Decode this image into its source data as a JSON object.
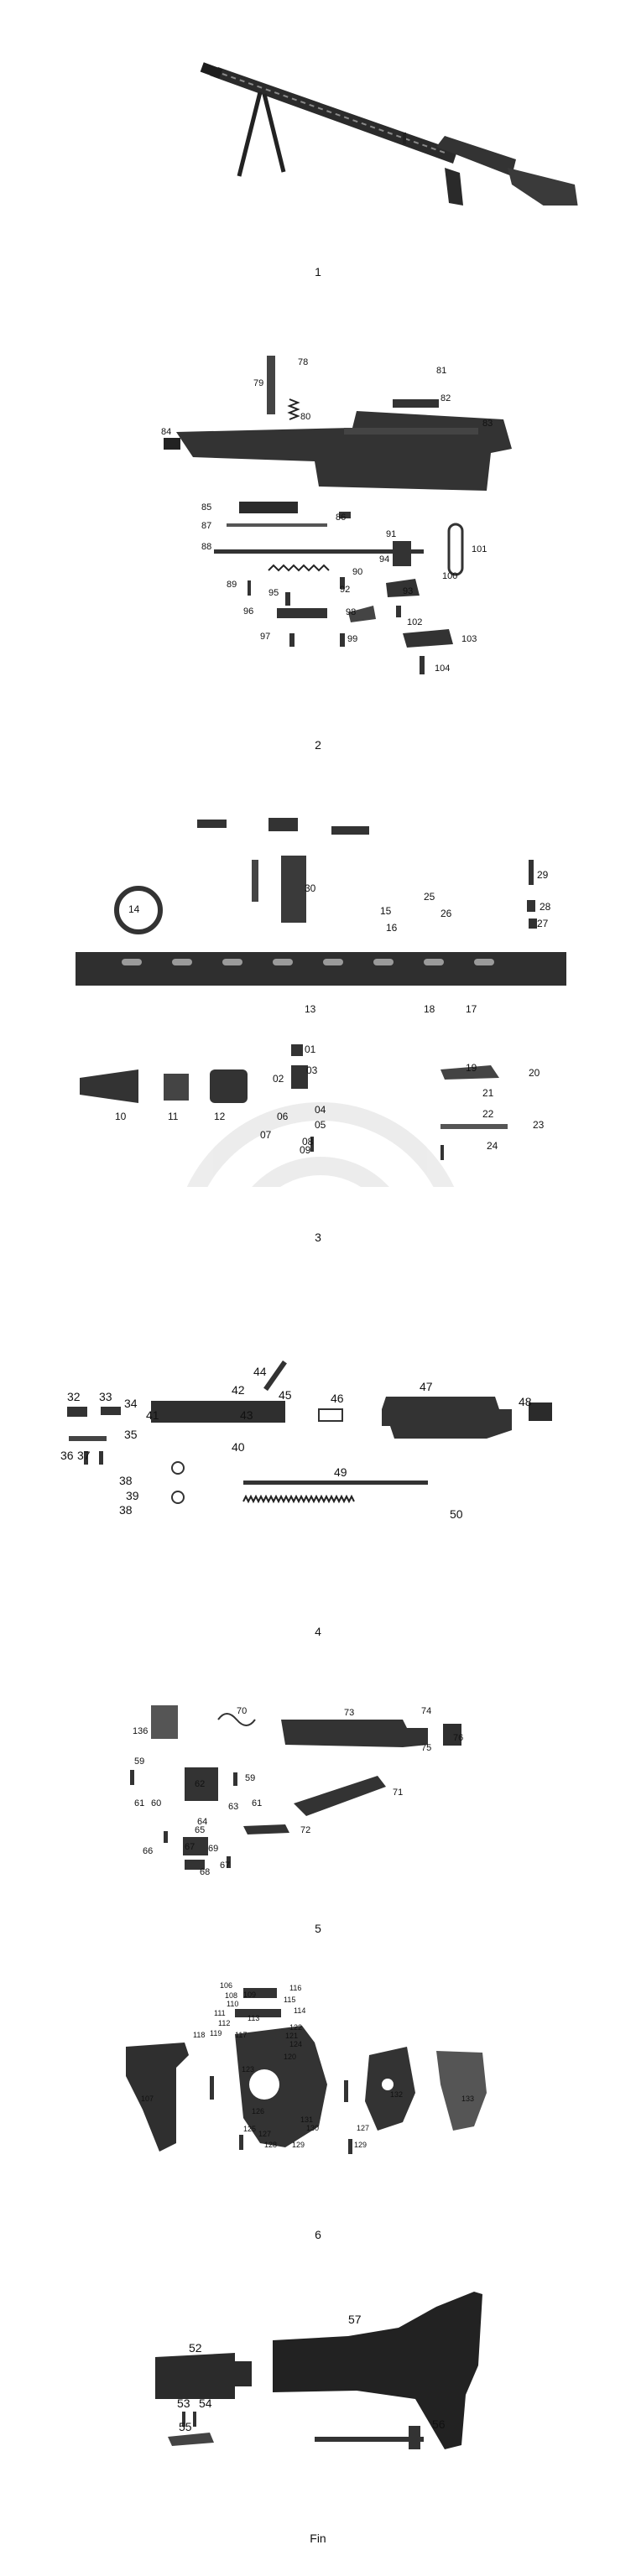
{
  "captions": [
    "1",
    "2",
    "3",
    "4",
    "5",
    "6",
    "Fin"
  ],
  "panel2": {
    "labels": [
      "78",
      "79",
      "80",
      "81",
      "82",
      "83",
      "84",
      "85",
      "86",
      "87",
      "88",
      "89",
      "90",
      "91",
      "92",
      "93",
      "94",
      "95",
      "96",
      "97",
      "98",
      "99",
      "100",
      "101",
      "102",
      "103",
      "104"
    ]
  },
  "panel3": {
    "labels": [
      "01",
      "02",
      "03",
      "04",
      "05",
      "06",
      "07",
      "08",
      "09",
      "10",
      "11",
      "12",
      "13",
      "14",
      "15",
      "16",
      "17",
      "18",
      "19",
      "20",
      "21",
      "22",
      "23",
      "24",
      "25",
      "26",
      "27",
      "28",
      "29",
      "30"
    ]
  },
  "panel4": {
    "labels": [
      "32",
      "33",
      "34",
      "35",
      "36",
      "37",
      "38",
      "39",
      "38",
      "40",
      "41",
      "42",
      "43",
      "44",
      "45",
      "46",
      "47",
      "48",
      "49",
      "50"
    ]
  },
  "panel5": {
    "labels": [
      "136",
      "70",
      "73",
      "74",
      "75",
      "76",
      "59",
      "62",
      "59",
      "61",
      "60",
      "61",
      "63",
      "64",
      "65",
      "71",
      "72",
      "66",
      "67",
      "69",
      "67",
      "68"
    ]
  },
  "panel6": {
    "labels": [
      "106",
      "108",
      "109",
      "116",
      "114",
      "115",
      "113",
      "110",
      "111",
      "112",
      "117",
      "118",
      "119",
      "122",
      "121",
      "123",
      "124",
      "120",
      "107",
      "125",
      "126",
      "127",
      "128",
      "129",
      "130",
      "131",
      "127",
      "129",
      "132",
      "133"
    ]
  },
  "panel7": {
    "labels": [
      "52",
      "57",
      "53",
      "54",
      "55",
      "56"
    ]
  }
}
